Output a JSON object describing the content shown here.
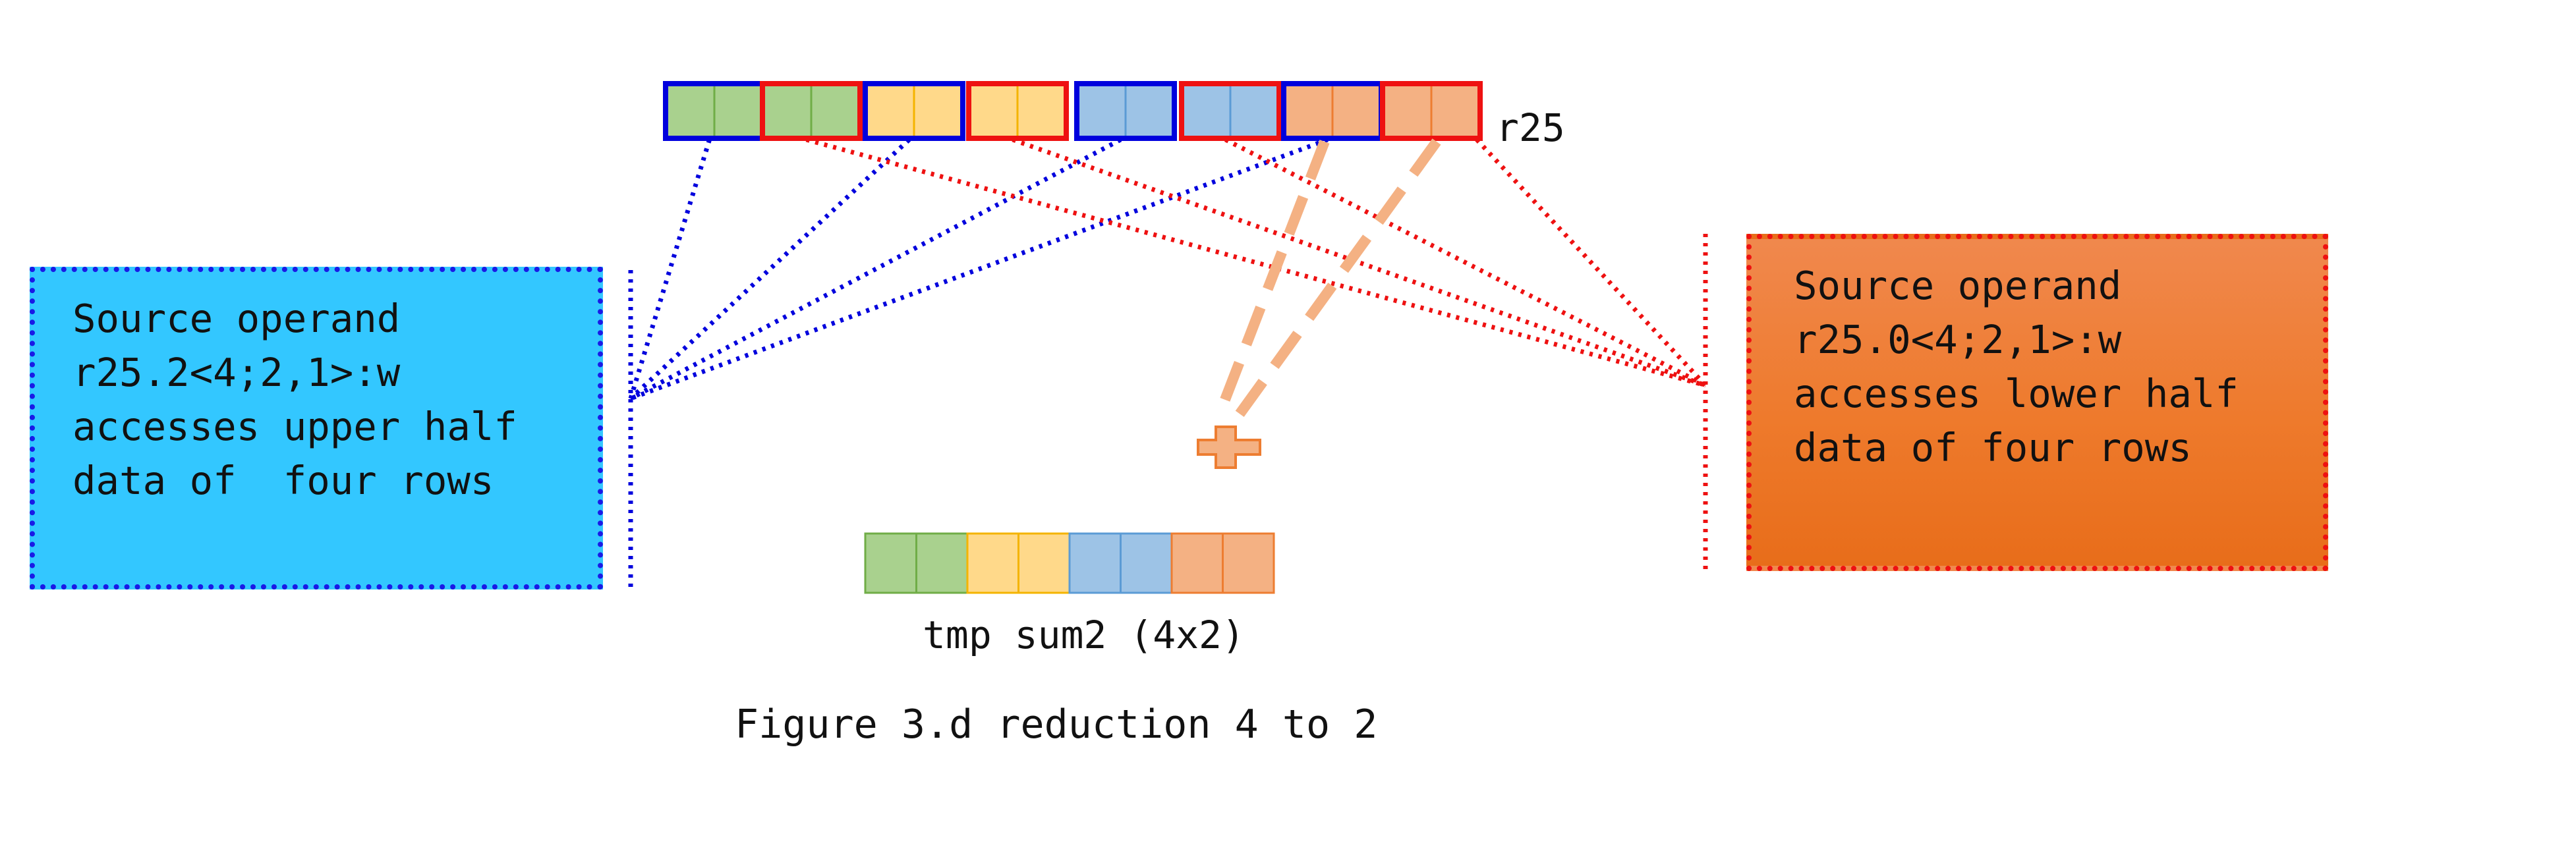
{
  "register": {
    "name": "r25",
    "cells": [
      {
        "fill": "#a9d18e",
        "edge": "#70ad47",
        "border": "#0000dd"
      },
      {
        "fill": "#a9d18e",
        "edge": "#70ad47",
        "border": "#ee1111"
      },
      {
        "fill": "#ffd98a",
        "edge": "#f4b400",
        "border": "#0000dd"
      },
      {
        "fill": "#ffd98a",
        "edge": "#f4b400",
        "border": "#ee1111"
      },
      {
        "fill": "#9dc3e6",
        "edge": "#5b9bd5",
        "border": "#0000dd"
      },
      {
        "fill": "#9dc3e6",
        "edge": "#5b9bd5",
        "border": "#ee1111"
      },
      {
        "fill": "#f4b183",
        "edge": "#ed7d31",
        "border": "#0000dd"
      },
      {
        "fill": "#f4b183",
        "edge": "#ed7d31",
        "border": "#ee1111"
      }
    ]
  },
  "upper_operand": {
    "lines": [
      "Source operand",
      "r25.2<4;2,1>:w",
      "accesses upper half",
      "data of  four rows"
    ],
    "color": "#33c7ff",
    "line_color": "#0000dd"
  },
  "lower_operand": {
    "lines": [
      "Source operand",
      "r25.0<4;2,1>:w",
      "accesses lower half",
      "data of four rows"
    ],
    "color": "#ee7a2c",
    "line_color": "#ee1111"
  },
  "plus_icon": "plus-icon",
  "result": {
    "label": "tmp sum2 (4x2)",
    "cells": [
      {
        "fill": "#a9d18e",
        "edge": "#70ad47"
      },
      {
        "fill": "#ffd98a",
        "edge": "#f4b400"
      },
      {
        "fill": "#9dc3e6",
        "edge": "#5b9bd5"
      },
      {
        "fill": "#f4b183",
        "edge": "#ed7d31"
      }
    ]
  },
  "caption": "Figure 3.d reduction 4 to 2"
}
